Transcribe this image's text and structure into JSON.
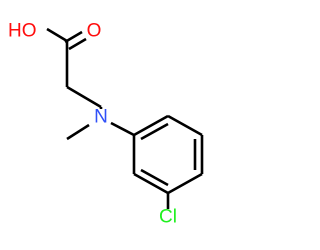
{
  "molecule": {
    "atoms": {
      "oh": "HO",
      "carbonyl_o": "O",
      "n": "N",
      "cl": "Cl"
    },
    "colors": {
      "oxygen": "#ff0d0d",
      "nitrogen": "#3050f8",
      "chlorine": "#1ff01f",
      "bond": "#000000"
    }
  }
}
